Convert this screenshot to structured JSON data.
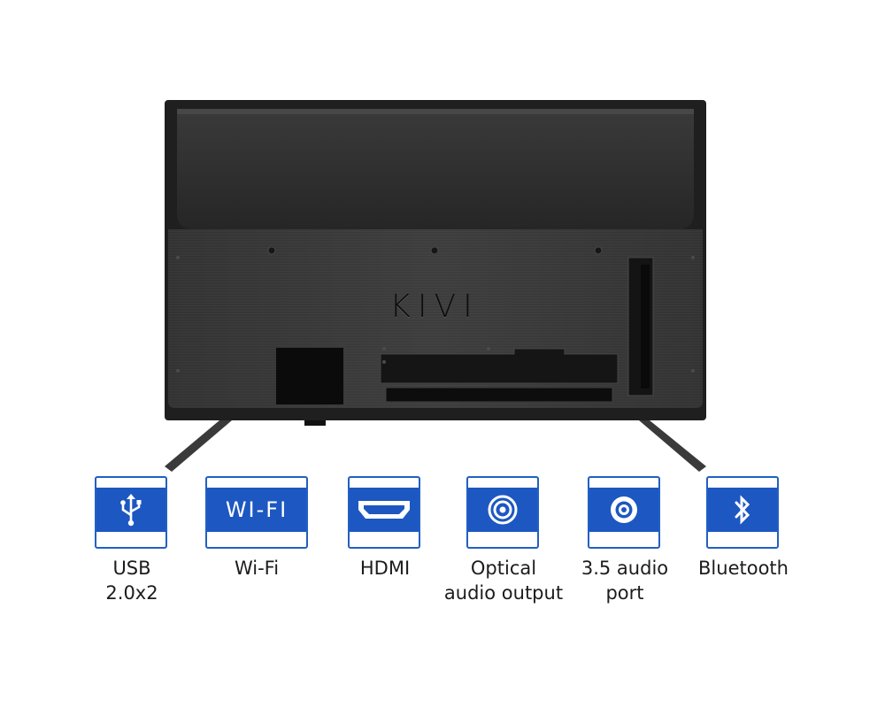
{
  "product": {
    "brand_logo": "KIVI"
  },
  "features": [
    {
      "icon": "usb-icon",
      "caption": "USB\n2.0x2"
    },
    {
      "icon": "wifi-icon",
      "icon_text": "WI-FI",
      "caption": "Wi-Fi"
    },
    {
      "icon": "hdmi-icon",
      "caption": "HDMI"
    },
    {
      "icon": "optical-audio-icon",
      "caption": "Optical\naudio output"
    },
    {
      "icon": "audio-jack-icon",
      "caption": "3.5 audio\nport"
    },
    {
      "icon": "bluetooth-icon",
      "caption": "Bluetooth"
    }
  ],
  "colors": {
    "accent": "#1d57c1",
    "tv_body": "#2b2b2b"
  }
}
